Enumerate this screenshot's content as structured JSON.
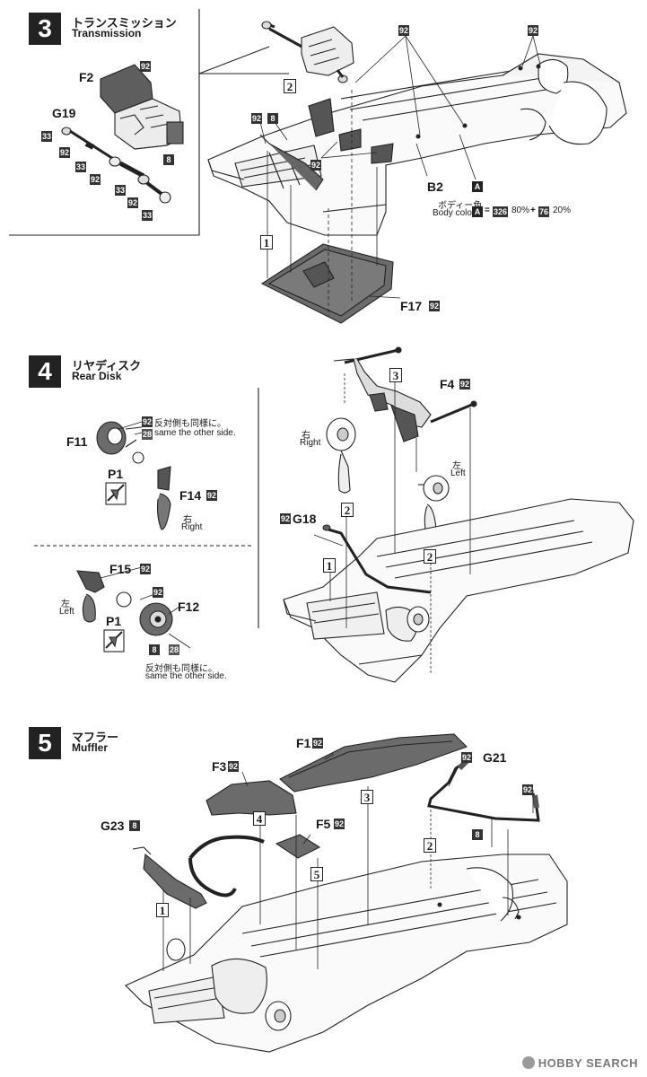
{
  "steps": [
    {
      "number": "3",
      "title_jp": "トランスミッション",
      "title_en": "Transmission"
    },
    {
      "number": "4",
      "title_jp": "リヤディスク",
      "title_en": "Rear Disk"
    },
    {
      "number": "5",
      "title_jp": "マフラー",
      "title_en": "Muffler"
    }
  ],
  "step3": {
    "parts": {
      "f2": "F2",
      "g19": "G19",
      "b2": "B2",
      "f17": "F17"
    },
    "body_color": {
      "label_jp": "ボディー色",
      "label_en": "Body color",
      "code_letter": "A",
      "formula_1_code": "326",
      "formula_1_pct": "80%",
      "formula_2_code": "76",
      "formula_2_pct": "20%"
    }
  },
  "step4": {
    "parts": {
      "f11": "F11",
      "f14": "F14",
      "f4": "F4",
      "g18": "G18",
      "f15": "F15",
      "f12": "F12",
      "p1": "P1"
    },
    "note_jp": "反対側も同様に。",
    "note_en": "same the other side.",
    "right_jp": "右",
    "right_en": "Right",
    "left_jp": "左",
    "left_en": "Left"
  },
  "step5": {
    "parts": {
      "f1": "F1",
      "f3": "F3",
      "f5": "F5",
      "g21": "G21",
      "g23": "G23"
    }
  },
  "paint_codes": {
    "c92": "92",
    "c8": "8",
    "c33": "33",
    "c28": "28"
  },
  "seq": {
    "s1": "1",
    "s2": "2",
    "s3": "3",
    "s4": "4",
    "s5": "5"
  },
  "watermark": {
    "text": "HOBBY SEARCH"
  },
  "colors": {
    "ink": "#1a1a1a",
    "part_fill": "#6b6b6b",
    "badge": "#333333",
    "page": "#ffffff"
  }
}
